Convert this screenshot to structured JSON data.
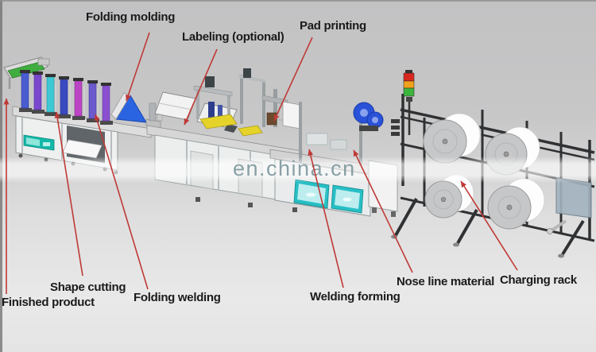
{
  "watermark": {
    "text": "en.china.cn"
  },
  "labels": {
    "folding_molding": "Folding molding",
    "labeling_optional": "Labeling (optional)",
    "pad_printing": "Pad printing",
    "finished_product": "Finished product",
    "shape_cutting": "Shape cutting",
    "folding_welding": "Folding welding",
    "welding_forming": "Welding forming",
    "nose_line_material": "Nose line material",
    "charging_rack": "Charging rack"
  },
  "colors": {
    "leader_line": "#bf3a36",
    "label_text": "#1b1b1b",
    "watermark_text": "#7e989d",
    "conveyor_green": "#3fae3f",
    "folder_blue": "#2b64e0",
    "machine_purple": "#7a48cc",
    "machine_magenta": "#bb45c5",
    "display_teal": "#14b8a8",
    "window_teal": "#27bfc4",
    "reel_blue": "#2a52d8",
    "platform_yellow": "#e6d32a",
    "signal_red": "#d8281e",
    "signal_yellow": "#f0a21c",
    "signal_green": "#3db53d",
    "rack_frame": "#2f3133",
    "roll_face": "#c6c7c8",
    "roll_body": "#fdfdfd"
  }
}
